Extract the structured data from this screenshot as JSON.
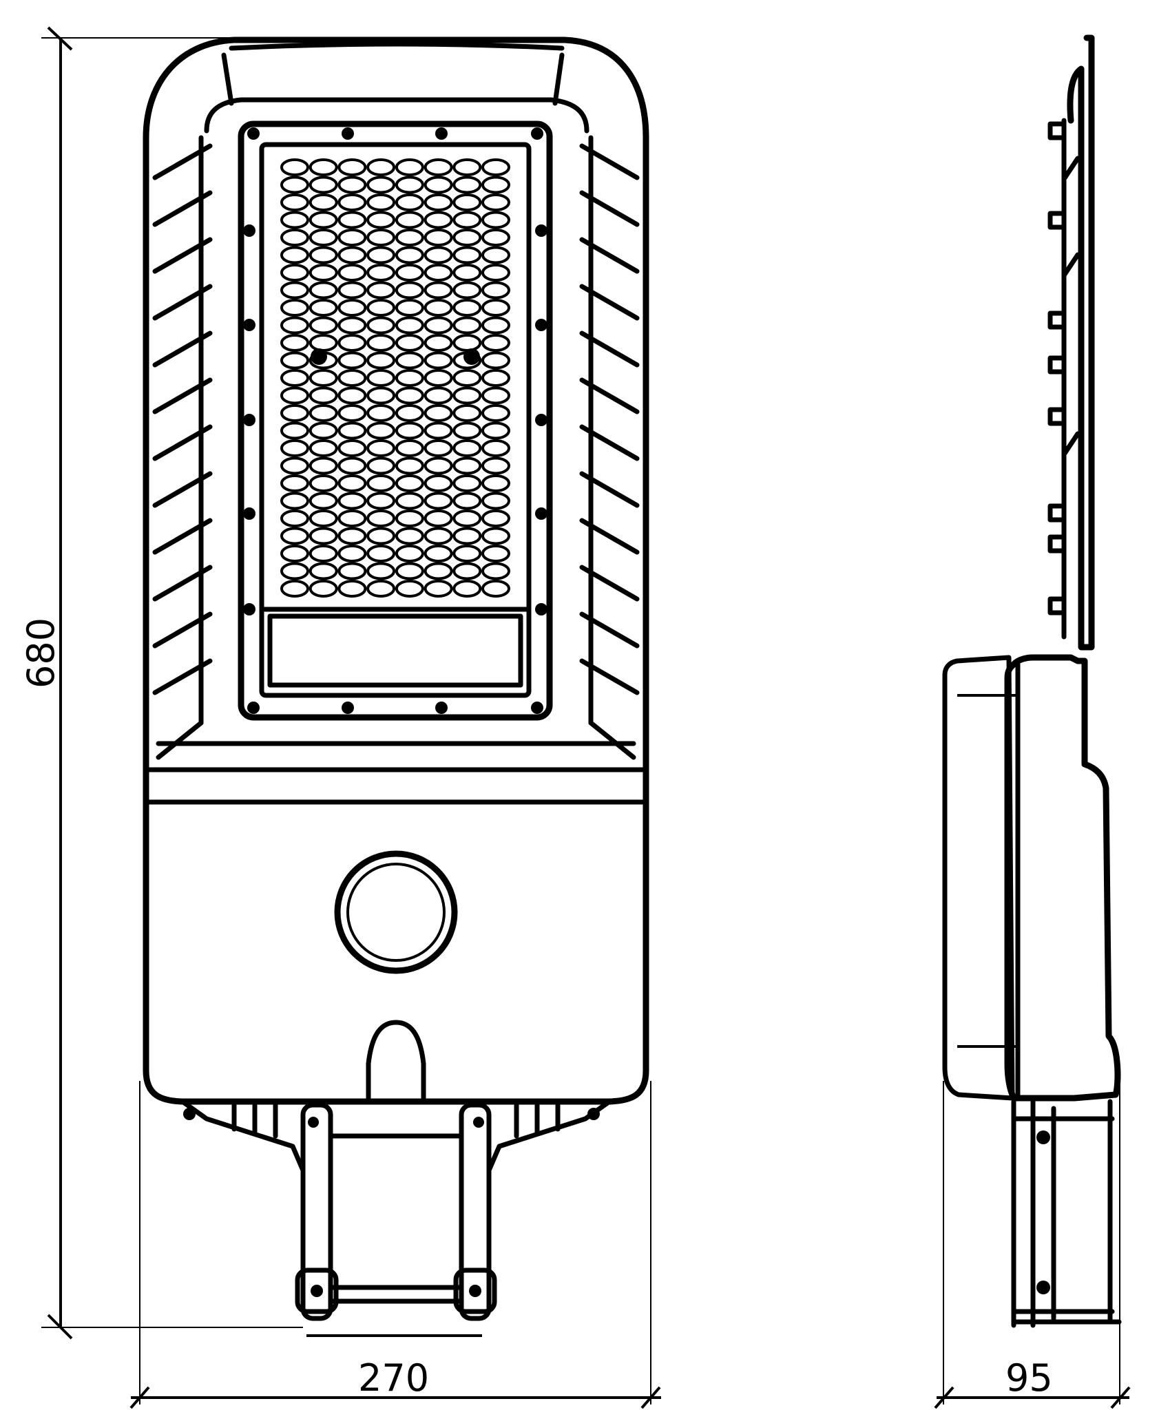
{
  "dimensions": {
    "height_label": "680",
    "width_label": "270",
    "depth_label": "95"
  },
  "led_grid": {
    "columns": 8,
    "rows": 25
  },
  "colors": {
    "line": "#000000",
    "background": "#ffffff"
  }
}
